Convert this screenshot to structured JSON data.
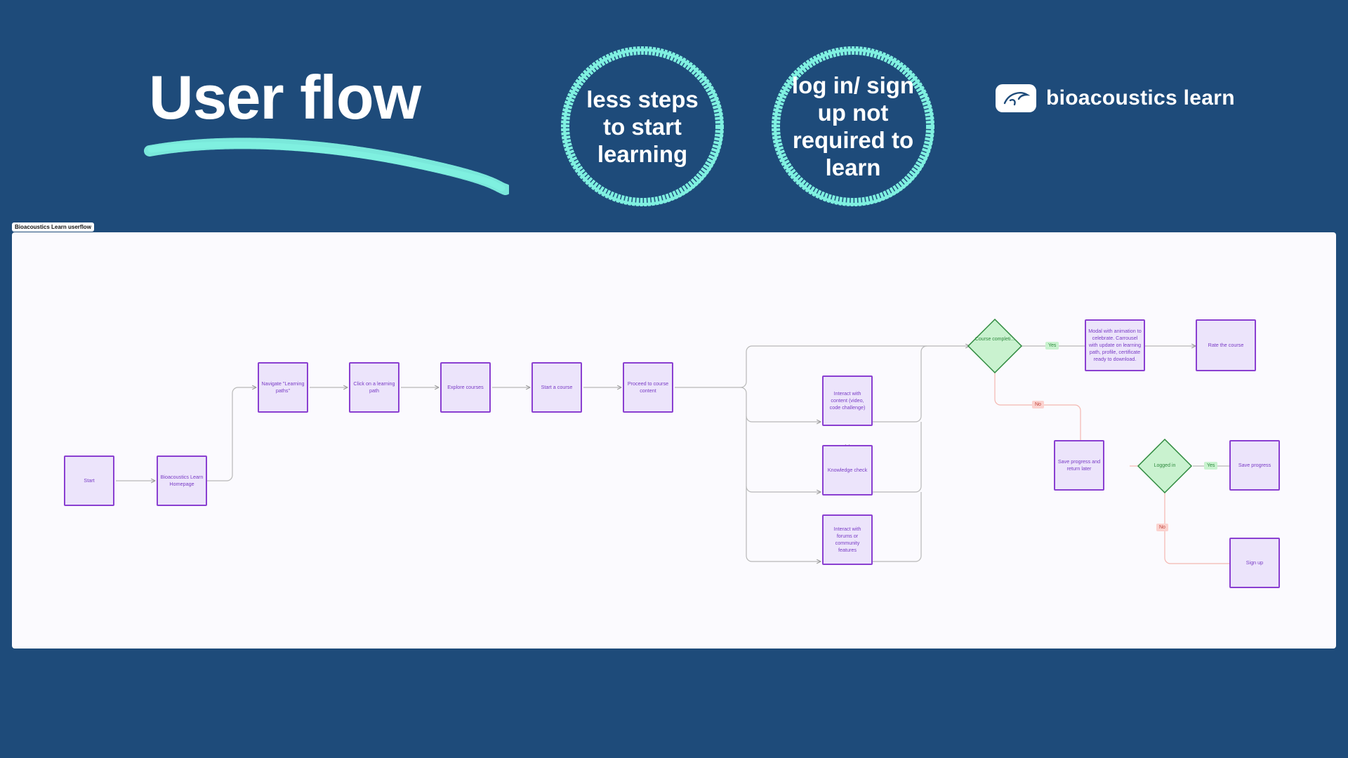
{
  "header": {
    "title": "User flow",
    "badges": [
      "less steps to start learning",
      "log in/ sign up not required to learn"
    ],
    "brand": {
      "name": "bioacoustics learn",
      "logo_icon": "dolphin-icon"
    }
  },
  "colors": {
    "background": "#1e4b7a",
    "accent": "#7ff0e0",
    "node_fill": "#ece4fb",
    "node_border": "#8a3fd1",
    "decision_fill": "#c9f2cf",
    "decision_border": "#2e8a3e",
    "no_path": "#f4b6b0"
  },
  "diagram": {
    "frame_label": "Bioacoustics Learn userflow",
    "nodes": {
      "start": "Start",
      "homepage": "Bioacoustics Learn Homepage",
      "navigate": "Navigate \"Learning paths\"",
      "click_path": "Click on a learning path",
      "explore": "Explore courses",
      "start_course": "Start a course",
      "proceed": "Proceed to course content",
      "interact_content": "Interact with content (video, code challenge)",
      "knowledge_check": "Knowledge check",
      "interact_forums": "Interact with forums or community features",
      "modal": "Modal with animation to celebrate. Carrousel with update on learning path, profile, certificate ready to download.",
      "rate": "Rate the course",
      "save_return": "Save progress and return later",
      "save_progress": "Save progress",
      "sign_up": "Sign up"
    },
    "decisions": {
      "course_complete": "Course completi...",
      "logged_in": "Logged in"
    },
    "edge_labels": {
      "complete_yes": "Yes",
      "complete_no": "No",
      "logged_yes": "Yes",
      "logged_no": "No"
    }
  }
}
